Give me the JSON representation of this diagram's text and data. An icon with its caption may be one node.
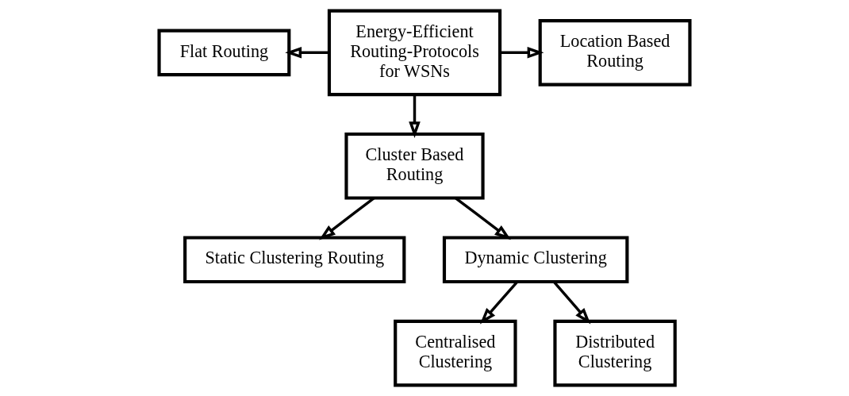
{
  "diagram": {
    "nodes": [
      {
        "text": [
          "Energy-Efficient Routing-Protocols for WSNs"
        ]
      },
      {
        "text": [
          "Flat Routing"
        ]
      },
      {
        "text": [
          "Location Based Routing"
        ]
      },
      {
        "text": [
          "Cluster Based Routing"
        ]
      },
      {
        "text": [
          "Static Clustering Routing"
        ]
      },
      {
        "text": [
          "Dynamic Clustering"
        ]
      },
      {
        "text": [
          "Centralised Clustering"
        ]
      },
      {
        "text": [
          "Distributed Clustering"
        ]
      }
    ],
    "edges": [
      {
        "from": 0,
        "to": 1,
        "arrow": "to"
      },
      {
        "from": 0,
        "to": 2,
        "arrow": "to"
      },
      {
        "from": 0,
        "to": 3,
        "arrow": "to"
      },
      {
        "from": 3,
        "to": 4,
        "arrow": "to"
      },
      {
        "from": 3,
        "to": 5,
        "arrow": "to"
      },
      {
        "from": 5,
        "to": 6,
        "arrow": "to"
      },
      {
        "from": 5,
        "to": 7,
        "arrow": "to"
      }
    ]
  }
}
